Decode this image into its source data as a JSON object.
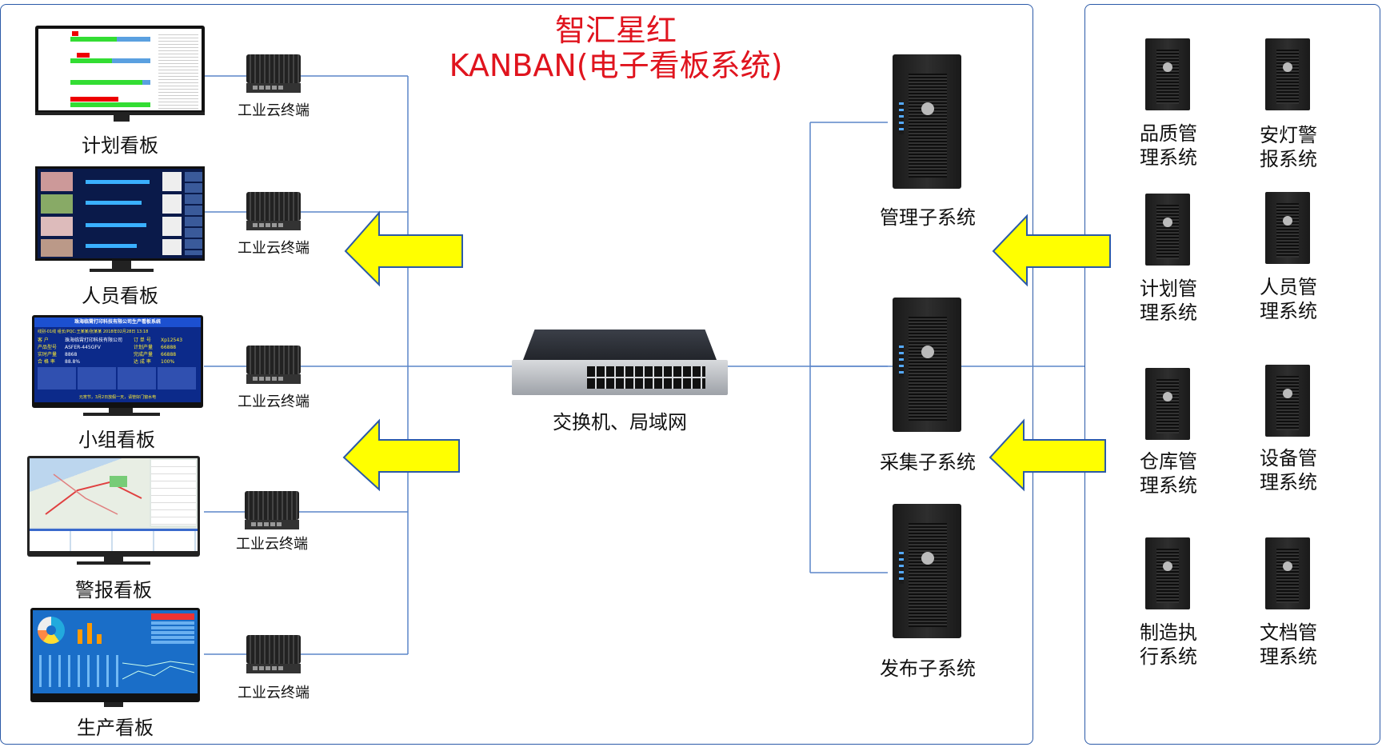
{
  "header": {
    "title_line1": "智汇星红",
    "title_line2": "KANBAN(电子看板系统)"
  },
  "boards": [
    {
      "label": "计划看板",
      "terminal": "工业云终端"
    },
    {
      "label": "人员看板",
      "terminal": "工业云终端"
    },
    {
      "label": "小组看板",
      "terminal": "工业云终端"
    },
    {
      "label": "警报看板",
      "terminal": "工业云终端"
    },
    {
      "label": "生产看板",
      "terminal": "工业云终端"
    }
  ],
  "switch": {
    "label": "交换机、局域网"
  },
  "subsystems": [
    {
      "label": "管理子系统"
    },
    {
      "label": "采集子系统"
    },
    {
      "label": "发布子系统"
    }
  ],
  "systems": [
    {
      "line1": "品质管",
      "line2": "理系统"
    },
    {
      "line1": "安灯警",
      "line2": "报系统"
    },
    {
      "line1": "计划管",
      "line2": "理系统"
    },
    {
      "line1": "人员管",
      "line2": "理系统"
    },
    {
      "line1": "仓库管",
      "line2": "理系统"
    },
    {
      "line1": "设备管",
      "line2": "理系统"
    },
    {
      "line1": "制造执",
      "line2": "行系统"
    },
    {
      "line1": "文档管",
      "line2": "理系统"
    }
  ],
  "team_board_screen": {
    "header": "珠海临霄打印科技有限公司生产看板系统",
    "row1": "线别-01线    组长/PQC:王某某/张某某    2018年02月28日 13:18",
    "rows": [
      {
        "k": "客 户",
        "v": "珠海临霄打印科技有限公司",
        "k2": "订 单 号",
        "v2": "Xp12543"
      },
      {
        "k": "产品型号",
        "v": "ASFER-445GFV",
        "k2": "计划产量",
        "v2": "66888"
      },
      {
        "k": "实时产量",
        "v": "8868",
        "k2": "完成产量",
        "v2": "66888"
      },
      {
        "k": "合 格 率",
        "v": "88.8%",
        "k2": "达 成 率",
        "v2": "100%"
      }
    ],
    "footer": "元宵节，3月2日放假一天，请管好门窗水电"
  },
  "colors": {
    "accent_red": "#e0141e",
    "frame_blue": "#2b5aa8",
    "arrow_yellow": "#ffff00",
    "line_blue": "#5b86c9"
  }
}
